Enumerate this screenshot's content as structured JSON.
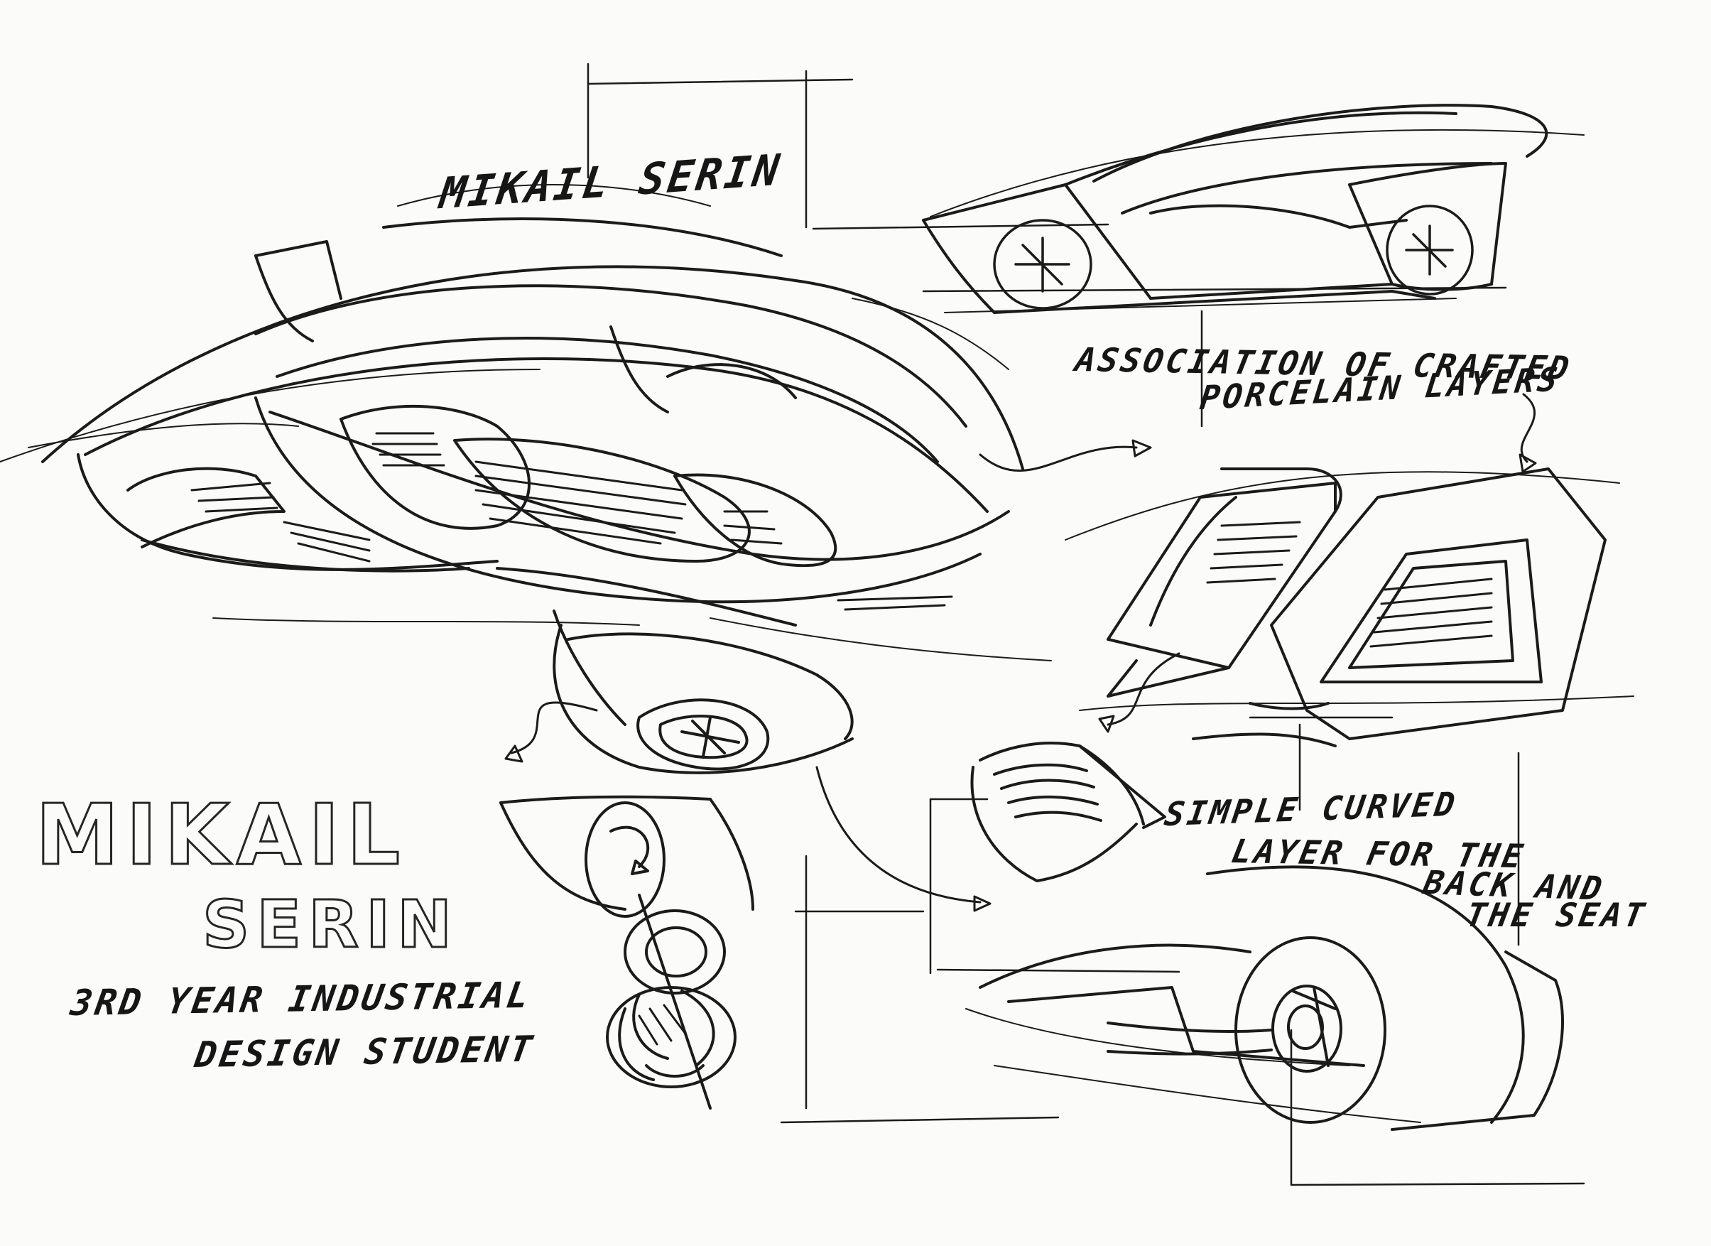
{
  "header_signature": "MIKAIL SERIN",
  "name": {
    "first": "MIKAIL",
    "last": "SERIN"
  },
  "subtitle": {
    "line1": "3RD YEAR INDUSTRIAL",
    "line2": "DESIGN STUDENT"
  },
  "notes": {
    "porcelain_line1": "ASSOCIATION OF CRAFTED",
    "porcelain_line2": "PORCELAIN LAYERS",
    "seat_line1": "SIMPLE CURVED",
    "seat_line2": "LAYER FOR THE",
    "seat_line3": "BACK AND",
    "seat_line4": "THE SEAT"
  },
  "colors": {
    "paper": "#fbfbfa",
    "pencil": "#1b1b1b",
    "shade": "#8a8a8a"
  }
}
